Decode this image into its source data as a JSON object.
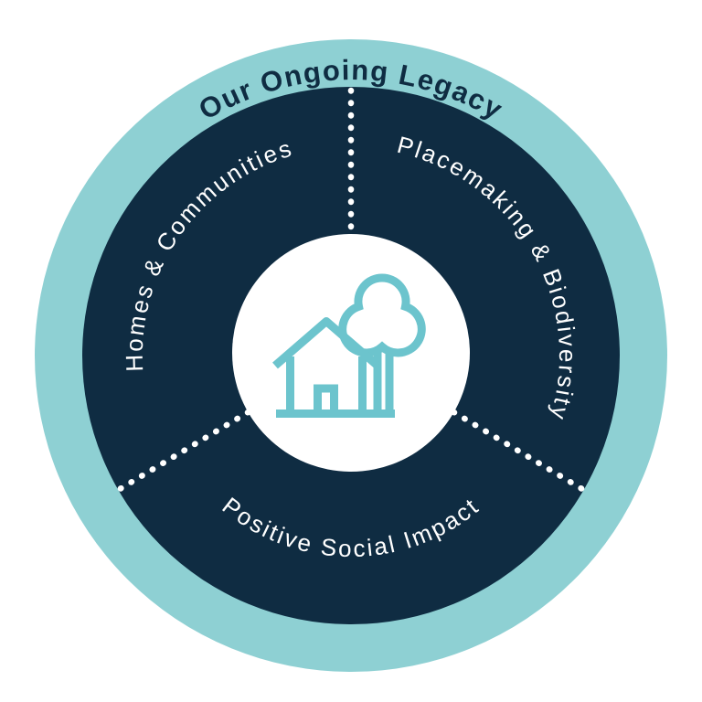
{
  "diagram": {
    "title": "Our Ongoing Legacy",
    "segments": [
      {
        "id": "homes-communities",
        "label": "Homes & Communities"
      },
      {
        "id": "placemaking-biodiversity",
        "label": "Placemaking & Biodiversity"
      },
      {
        "id": "positive-social-impact",
        "label": "Positive Social Impact"
      }
    ],
    "center_icon": "house-and-tree-icon",
    "colors": {
      "ring": "#8ed0d3",
      "disc": "#0f2c42",
      "title_text": "#0f2c42",
      "label_text": "#ffffff",
      "divider": "#ffffff",
      "icon": "#6cc4cd",
      "center_bg": "#ffffff",
      "background": "#ffffff"
    }
  }
}
